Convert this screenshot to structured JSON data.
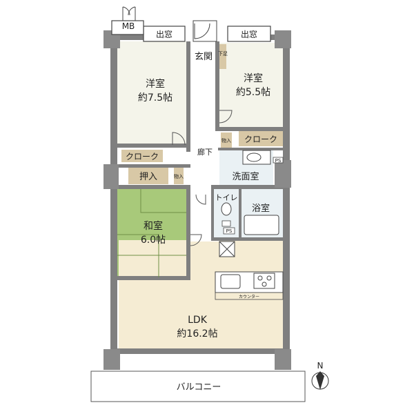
{
  "rooms": {
    "western_room_left": {
      "name": "洋室",
      "size": "約7.5帖"
    },
    "western_room_right": {
      "name": "洋室",
      "size": "約5.5帖"
    },
    "japanese_room": {
      "name": "和室",
      "size": "6.0帖"
    },
    "ldk": {
      "name": "LDK",
      "size": "約16.2帖"
    },
    "entrance": {
      "name": "玄関"
    },
    "hallway": {
      "name": "廊下"
    },
    "washroom": {
      "name": "洗面室"
    },
    "bathroom": {
      "name": "浴室"
    },
    "toilet": {
      "name": "トイレ"
    },
    "balcony": {
      "name": "バルコニー"
    }
  },
  "storage": {
    "closet_left": "クローク",
    "closet_right": "クローク",
    "oshiire": "押入",
    "mono_left": "物入",
    "mono_right": "物入",
    "shoe_box": "下足",
    "mb": "MB",
    "ps_wash": "PS",
    "ps_toilet": "PS"
  },
  "features": {
    "bay_window_left": "出窓",
    "bay_window_right": "出窓",
    "counter": "カウンター"
  },
  "compass": {
    "label": "N"
  },
  "colors": {
    "wall": "#7f7f7f",
    "room_bg": "#f4f4ea",
    "western_floor": "#f4f4ea",
    "japanese_floor": "#a8c97a",
    "ldk_floor": "#f5ecd3",
    "storage": "#d8c8a6",
    "wet_area": "#eaf1f4",
    "hall_floor": "#ffffff"
  }
}
